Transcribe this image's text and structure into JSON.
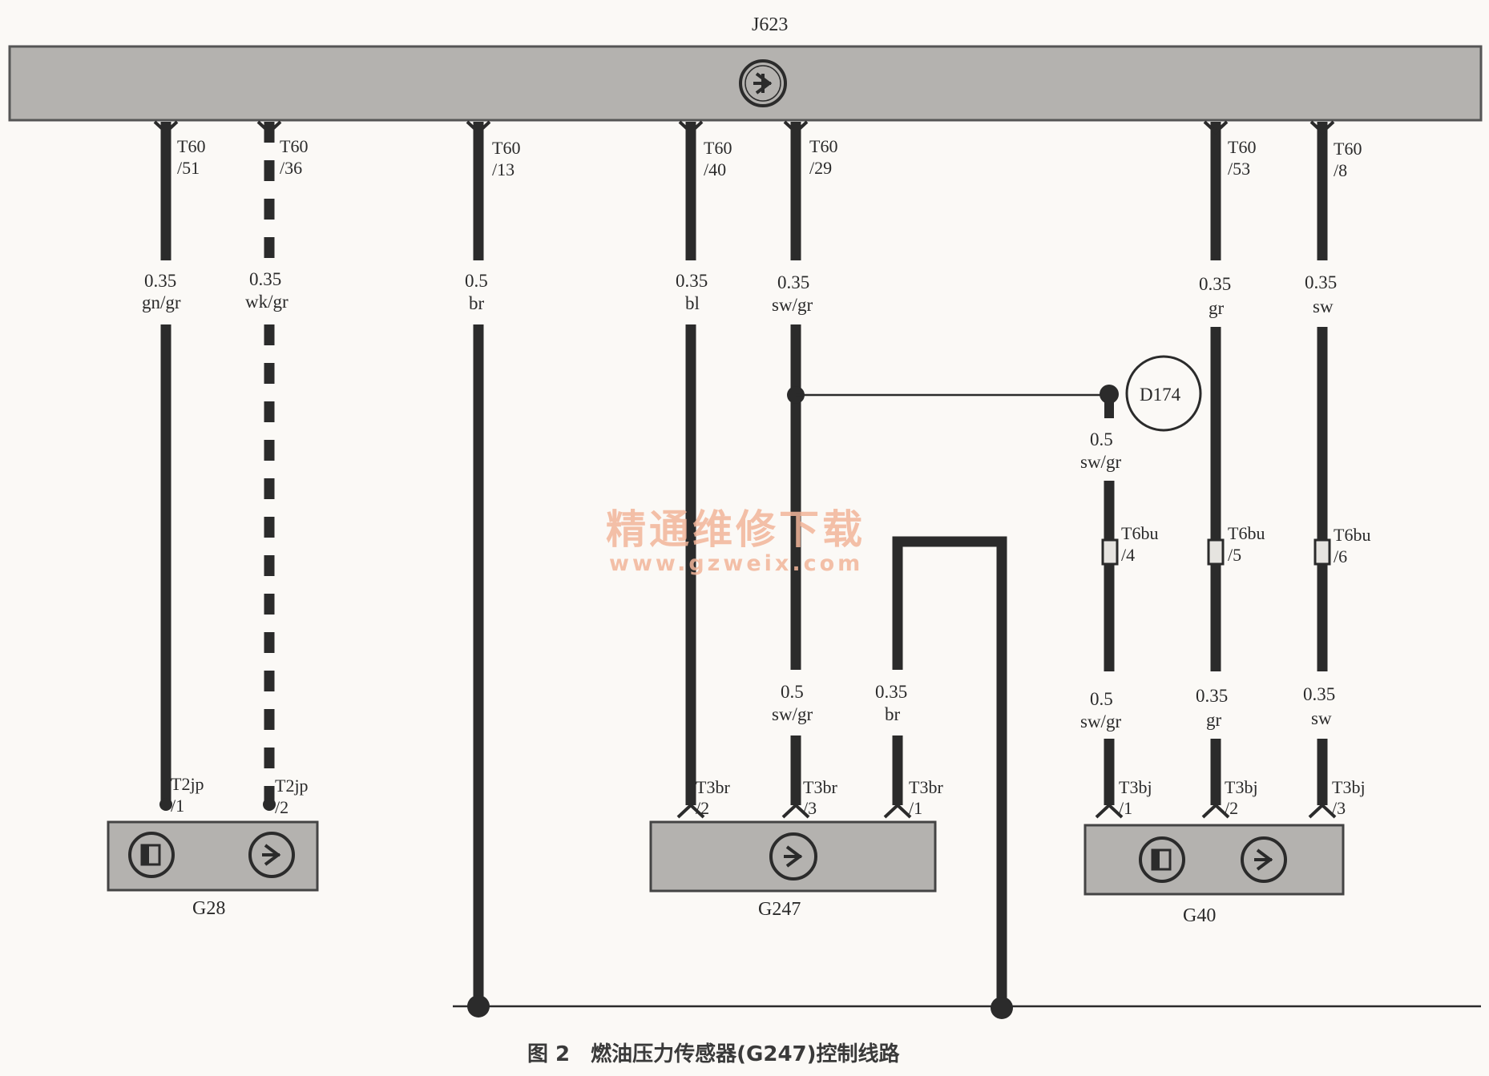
{
  "ecu": {
    "name": "J623"
  },
  "wires": [
    {
      "id": "w51",
      "pin_top": "T60",
      "pin_top_num": "/51",
      "size": "0.35",
      "color": "gn/gr",
      "pin_bottom": "T2jp",
      "pin_bottom_num": "/1"
    },
    {
      "id": "w36",
      "pin_top": "T60",
      "pin_top_num": "/36",
      "size": "0.35",
      "color": "wk/gr",
      "pin_bottom": "T2jp",
      "pin_bottom_num": "/2"
    },
    {
      "id": "w13",
      "pin_top": "T60",
      "pin_top_num": "/13",
      "size": "0.5",
      "color": "br"
    },
    {
      "id": "w40",
      "pin_top": "T60",
      "pin_top_num": "/40",
      "size": "0.35",
      "color": "bl",
      "pin_bottom": "T3br",
      "pin_bottom_num": "/2"
    },
    {
      "id": "w29",
      "pin_top": "T60",
      "pin_top_num": "/29",
      "size": "0.35",
      "color": "sw/gr",
      "size_low": "0.5",
      "color_low": "sw/gr",
      "pin_bottom": "T3br",
      "pin_bottom_num": "/3"
    },
    {
      "id": "gnd",
      "size": "0.35",
      "color": "br",
      "pin_bottom": "T3br",
      "pin_bottom_num": "/1"
    },
    {
      "id": "d174w",
      "size": "0.5",
      "color": "sw/gr",
      "inline_pin": "T6bu",
      "inline_num": "/4",
      "size_low": "0.5",
      "color_low": "sw/gr",
      "pin_bottom": "T3bj",
      "pin_bottom_num": "/1"
    },
    {
      "id": "w53",
      "pin_top": "T60",
      "pin_top_num": "/53",
      "size": "0.35",
      "color": "gr",
      "inline_pin": "T6bu",
      "inline_num": "/5",
      "size_low": "0.35",
      "color_low": "gr",
      "pin_bottom": "T3bj",
      "pin_bottom_num": "/2"
    },
    {
      "id": "w8",
      "pin_top": "T60",
      "pin_top_num": "/8",
      "size": "0.35",
      "color": "sw",
      "inline_pin": "T6bu",
      "inline_num": "/6",
      "size_low": "0.35",
      "color_low": "sw",
      "pin_bottom": "T3bj",
      "pin_bottom_num": "/3"
    }
  ],
  "splice": {
    "name": "D174"
  },
  "components": [
    {
      "id": "G28",
      "name": "G28"
    },
    {
      "id": "G247",
      "name": "G247"
    },
    {
      "id": "G40",
      "name": "G40"
    }
  ],
  "watermark": {
    "line1": "精通维修下载",
    "line2": "www.gzweix.com"
  },
  "caption": "图 2　燃油压力传感器(G247)控制线路"
}
